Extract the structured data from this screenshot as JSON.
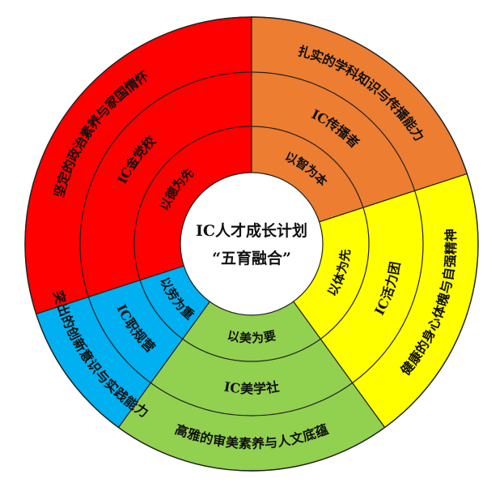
{
  "center": {
    "line1": "IC人才成长计划",
    "line2": "“五育融合”"
  },
  "sectors": [
    {
      "key": "moral",
      "color": "#ff0000",
      "inner": "以德为先",
      "middle": "IC金党校",
      "outer": "坚定的政治素养与家国情怀"
    },
    {
      "key": "intellect",
      "color": "#ed7d31",
      "inner": "以智为本",
      "middle": "IC传播者",
      "outer": "扎实的学科知识与传播能力"
    },
    {
      "key": "physical",
      "color": "#ffff00",
      "inner": "以体为先",
      "middle": "IC活力团",
      "outer": "健康的身心体魄与自强精神"
    },
    {
      "key": "aesthetic",
      "color": "#92d050",
      "inner": "以美为要",
      "middle": "IC美学社",
      "outer": "高雅的审美素养与人文底蕴"
    },
    {
      "key": "labor",
      "color": "#00b0f0",
      "inner": "以劳为重",
      "middle": "IC职规营",
      "outer": "突出的创新意识与实践能力"
    }
  ]
}
